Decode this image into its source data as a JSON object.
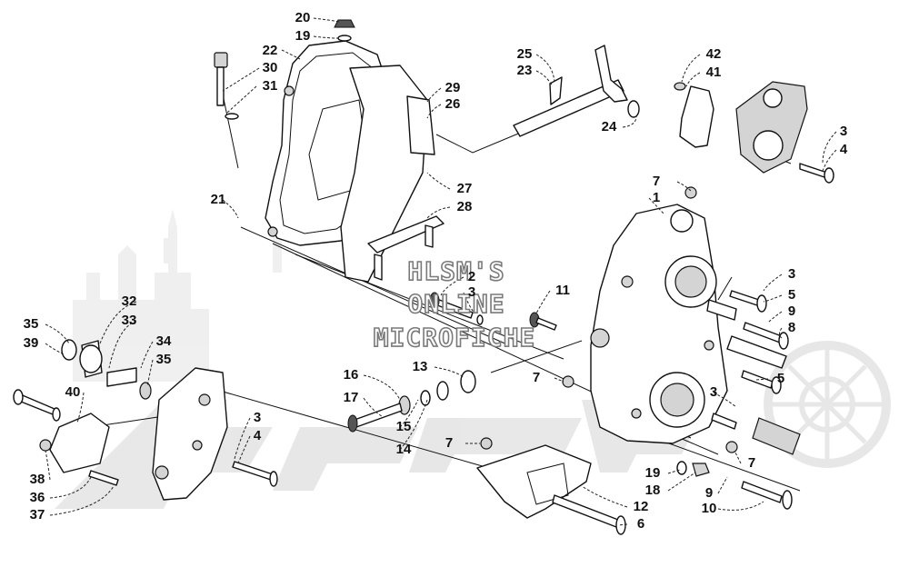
{
  "watermark": {
    "lines": [
      "HLSM'S",
      "ONLINE",
      "MICROFICHE"
    ],
    "brand_logo": "ArcticCat"
  },
  "parts": [
    {
      "id": "c20",
      "label": "20"
    },
    {
      "id": "c19a",
      "label": "19"
    },
    {
      "id": "c22",
      "label": "22"
    },
    {
      "id": "c30",
      "label": "30"
    },
    {
      "id": "c31",
      "label": "31"
    },
    {
      "id": "c25",
      "label": "25"
    },
    {
      "id": "c23",
      "label": "23"
    },
    {
      "id": "c29",
      "label": "29"
    },
    {
      "id": "c26",
      "label": "26"
    },
    {
      "id": "c24",
      "label": "24"
    },
    {
      "id": "c42",
      "label": "42"
    },
    {
      "id": "c41",
      "label": "41"
    },
    {
      "id": "c3a",
      "label": "3"
    },
    {
      "id": "c4a",
      "label": "4"
    },
    {
      "id": "c27",
      "label": "27"
    },
    {
      "id": "c28",
      "label": "28"
    },
    {
      "id": "c21",
      "label": "21"
    },
    {
      "id": "c7a",
      "label": "7"
    },
    {
      "id": "c1",
      "label": "1"
    },
    {
      "id": "c2",
      "label": "2"
    },
    {
      "id": "c3b",
      "label": "3"
    },
    {
      "id": "c11",
      "label": "11"
    },
    {
      "id": "c3c",
      "label": "3"
    },
    {
      "id": "c5a",
      "label": "5"
    },
    {
      "id": "c9a",
      "label": "9"
    },
    {
      "id": "c8",
      "label": "8"
    },
    {
      "id": "c32",
      "label": "32"
    },
    {
      "id": "c33",
      "label": "33"
    },
    {
      "id": "c35a",
      "label": "35"
    },
    {
      "id": "c39",
      "label": "39"
    },
    {
      "id": "c34",
      "label": "34"
    },
    {
      "id": "c35b",
      "label": "35"
    },
    {
      "id": "c13",
      "label": "13"
    },
    {
      "id": "c16",
      "label": "16"
    },
    {
      "id": "c17",
      "label": "17"
    },
    {
      "id": "c15",
      "label": "15"
    },
    {
      "id": "c14",
      "label": "14"
    },
    {
      "id": "c7b",
      "label": "7"
    },
    {
      "id": "c5b",
      "label": "5"
    },
    {
      "id": "c3d",
      "label": "3"
    },
    {
      "id": "c40",
      "label": "40"
    },
    {
      "id": "c3e",
      "label": "3"
    },
    {
      "id": "c4b",
      "label": "4"
    },
    {
      "id": "c7c",
      "label": "7"
    },
    {
      "id": "c7d",
      "label": "7"
    },
    {
      "id": "c38",
      "label": "38"
    },
    {
      "id": "c36",
      "label": "36"
    },
    {
      "id": "c37",
      "label": "37"
    },
    {
      "id": "c19b",
      "label": "19"
    },
    {
      "id": "c18",
      "label": "18"
    },
    {
      "id": "c12",
      "label": "12"
    },
    {
      "id": "c6",
      "label": "6"
    },
    {
      "id": "c9b",
      "label": "9"
    },
    {
      "id": "c10",
      "label": "10"
    }
  ]
}
